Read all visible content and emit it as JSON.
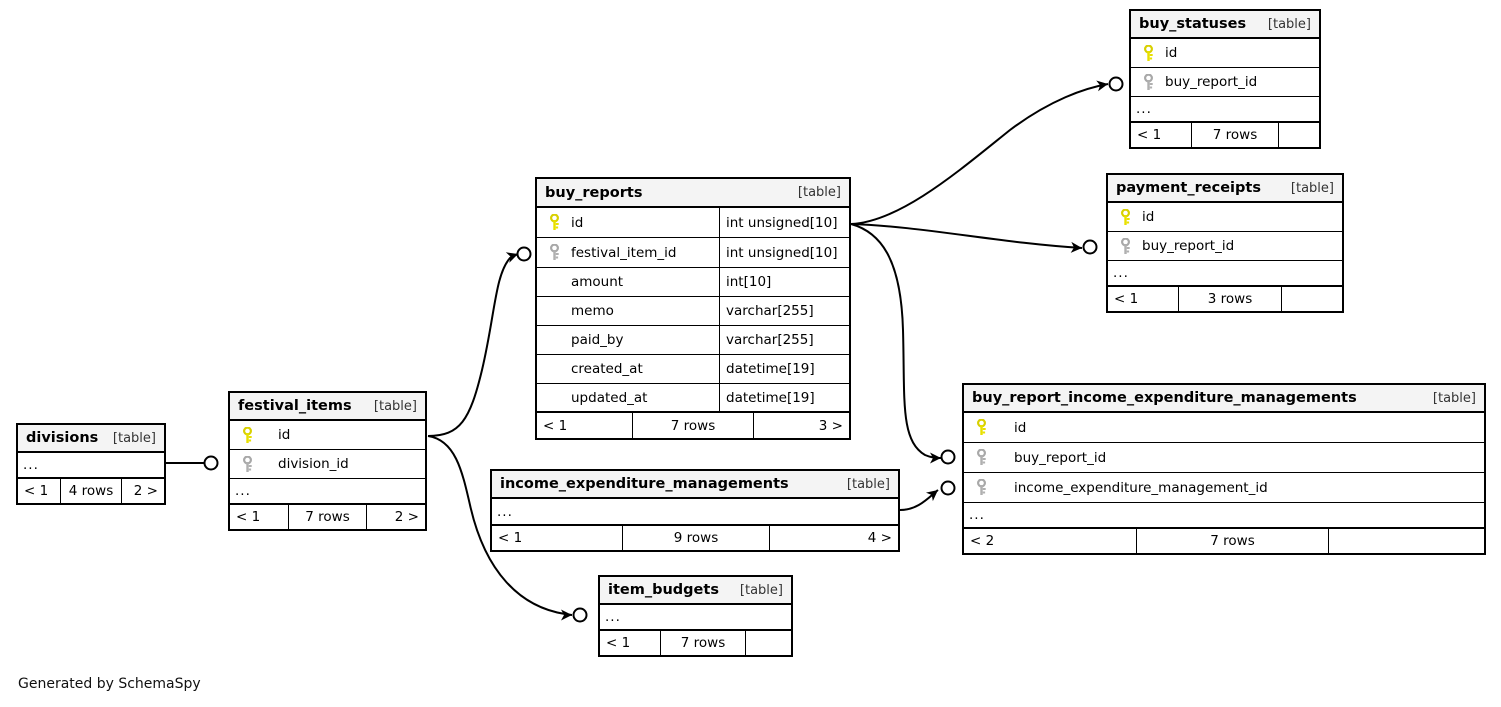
{
  "diagram": {
    "kind_label": "[table]",
    "ellipsis": "...",
    "credit": "Generated by SchemaSpy"
  },
  "tables": {
    "buy_statuses": {
      "name": "buy_statuses",
      "kind": "[table]",
      "columns": [
        {
          "key": "primary",
          "name": "id"
        },
        {
          "key": "foreign",
          "name": "buy_report_id"
        }
      ],
      "ellipsis": "...",
      "footer": {
        "left": "< 1",
        "center": "7 rows",
        "right": ""
      }
    },
    "payment_receipts": {
      "name": "payment_receipts",
      "kind": "[table]",
      "columns": [
        {
          "key": "primary",
          "name": "id"
        },
        {
          "key": "foreign",
          "name": "buy_report_id"
        }
      ],
      "ellipsis": "...",
      "footer": {
        "left": "< 1",
        "center": "3 rows",
        "right": ""
      }
    },
    "buy_reports": {
      "name": "buy_reports",
      "kind": "[table]",
      "columns": [
        {
          "key": "primary",
          "name": "id",
          "type": "int unsigned[10]"
        },
        {
          "key": "foreign",
          "name": "festival_item_id",
          "type": "int unsigned[10]"
        },
        {
          "key": "none",
          "name": "amount",
          "type": "int[10]"
        },
        {
          "key": "none",
          "name": "memo",
          "type": "varchar[255]"
        },
        {
          "key": "none",
          "name": "paid_by",
          "type": "varchar[255]"
        },
        {
          "key": "none",
          "name": "created_at",
          "type": "datetime[19]"
        },
        {
          "key": "none",
          "name": "updated_at",
          "type": "datetime[19]"
        }
      ],
      "footer": {
        "left": "< 1",
        "center": "7 rows",
        "right": "3 >"
      }
    },
    "buy_report_income_expenditure_managements": {
      "name": "buy_report_income_expenditure_managements",
      "kind": "[table]",
      "columns": [
        {
          "key": "primary",
          "name": "id"
        },
        {
          "key": "foreign",
          "name": "buy_report_id"
        },
        {
          "key": "foreign",
          "name": "income_expenditure_management_id"
        }
      ],
      "ellipsis": "...",
      "footer": {
        "left": "< 2",
        "center": "7 rows",
        "right": ""
      }
    },
    "income_expenditure_managements": {
      "name": "income_expenditure_managements",
      "kind": "[table]",
      "columns": [],
      "ellipsis": "...",
      "footer": {
        "left": "< 1",
        "center": "9 rows",
        "right": "4 >"
      }
    },
    "festival_items": {
      "name": "festival_items",
      "kind": "[table]",
      "columns": [
        {
          "key": "primary",
          "name": "id"
        },
        {
          "key": "foreign",
          "name": "division_id"
        }
      ],
      "ellipsis": "...",
      "footer": {
        "left": "< 1",
        "center": "7 rows",
        "right": "2 >"
      }
    },
    "divisions": {
      "name": "divisions",
      "kind": "[table]",
      "columns": [],
      "ellipsis": "...",
      "footer": {
        "left": "< 1",
        "center": "4 rows",
        "right": "2 >"
      }
    },
    "item_budgets": {
      "name": "item_budgets",
      "kind": "[table]",
      "columns": [],
      "ellipsis": "...",
      "footer": {
        "left": "< 1",
        "center": "7 rows",
        "right": ""
      }
    }
  },
  "colors": {
    "primary_key": "#e8e000",
    "foreign_key": "#b0b0b0",
    "border": "#000000",
    "header_bg": "#f4f4f4",
    "page_bg": "#ffffff"
  }
}
